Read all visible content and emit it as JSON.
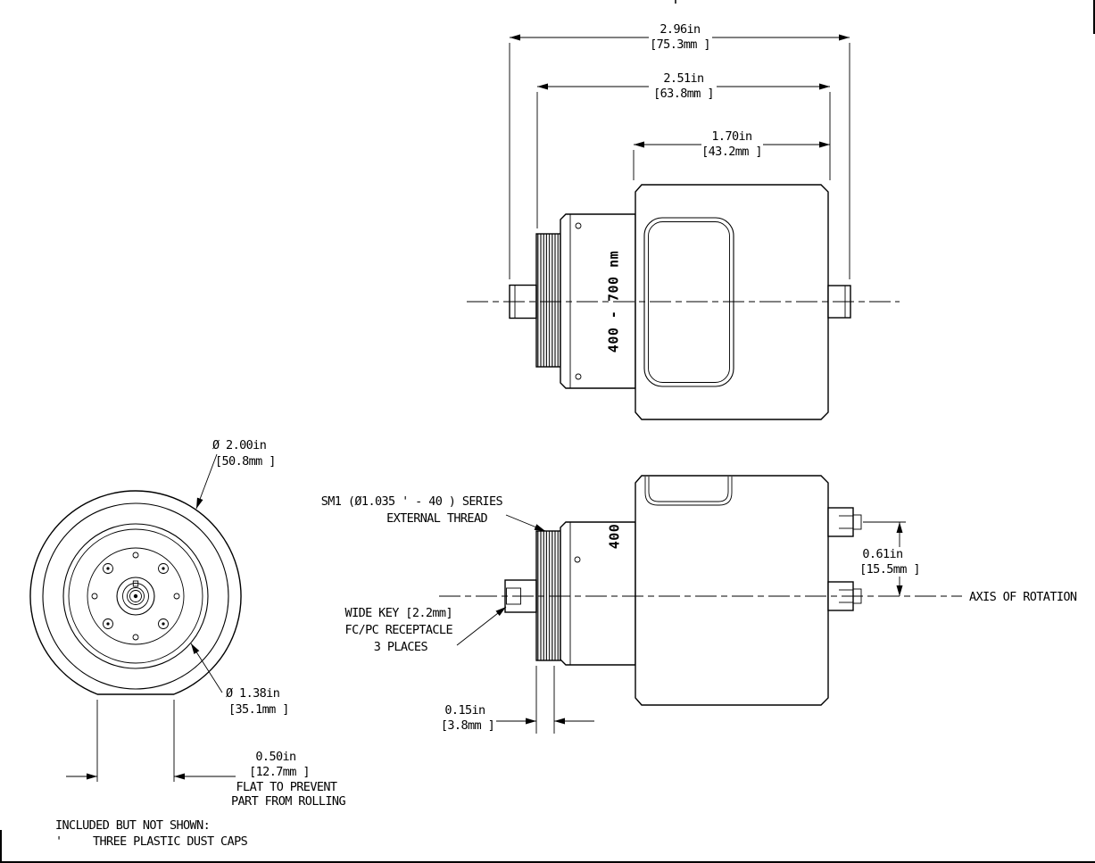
{
  "top_view": {
    "dim_overall": {
      "in": "2.96in",
      "mm": "[75.3mm ]"
    },
    "dim_mid": {
      "in": "2.51in",
      "mm": "[63.8mm ]"
    },
    "dim_body": {
      "in": "1.70in",
      "mm": "[43.2mm ]"
    },
    "wavelength_label": "400 - 700 nm"
  },
  "front_view": {
    "dim_outer": {
      "in": "Ø 2.00in",
      "mm": "[50.8mm ]"
    },
    "dim_inner": {
      "in": "Ø 1.38in",
      "mm": "[35.1mm ]"
    },
    "dim_flat": {
      "in": "0.50in",
      "mm": "[12.7mm ]"
    },
    "flat_note_1": "FLAT TO PREVENT",
    "flat_note_2": "PART FROM ROLLING",
    "included_note_1": "INCLUDED BUT NOT SHOWN:",
    "included_bullet": "'",
    "included_note_2": "THREE PLASTIC DUST CAPS"
  },
  "bottom_view": {
    "thread_label_1": "SM1 (Ø1.035 ' - 40 ) SERIES",
    "thread_label_2": "EXTERNAL THREAD",
    "key_label_1": "WIDE KEY [2.2mm]",
    "key_label_2": "FC/PC RECEPTACLE",
    "key_label_3": "3 PLACES",
    "dim_thread": {
      "in": "0.15in",
      "mm": "[3.8mm ]"
    },
    "dim_offset": {
      "in": "0.61in",
      "mm": "[15.5mm ]"
    },
    "axis_label": "AXIS OF ROTATION",
    "wavelength_partial": "400"
  },
  "colors": {
    "line": "#000000",
    "background": "#ffffff"
  }
}
